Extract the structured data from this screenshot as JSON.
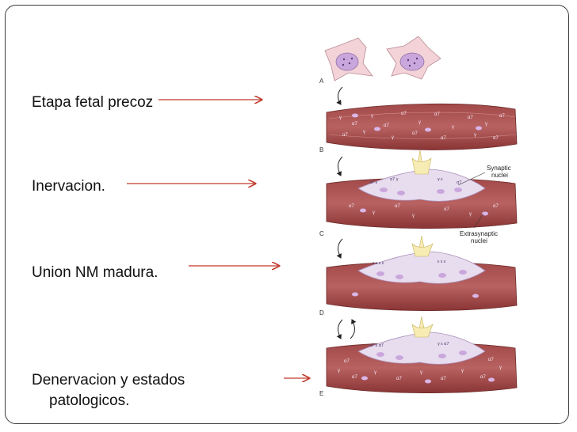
{
  "labels": {
    "stage1": "Etapa fetal precoz",
    "stage2": "Inervacion.",
    "stage3": "Union NM madura.",
    "stage4_line1": "Denervacion y estados",
    "stage4_line2": "patologicos."
  },
  "figure": {
    "panel_letters": [
      "A",
      "B",
      "C",
      "D",
      "E"
    ],
    "callout_synaptic": [
      "Synaptic",
      "nuclei"
    ],
    "callout_extrasynaptic": [
      "Extrasynaptic",
      "nuclei"
    ]
  },
  "colors": {
    "arrow": "#c0392b",
    "muscle": "#8e3a3a",
    "endplate": "#e8dcef",
    "nerve": "#f6ecb4",
    "text": "#111111"
  }
}
